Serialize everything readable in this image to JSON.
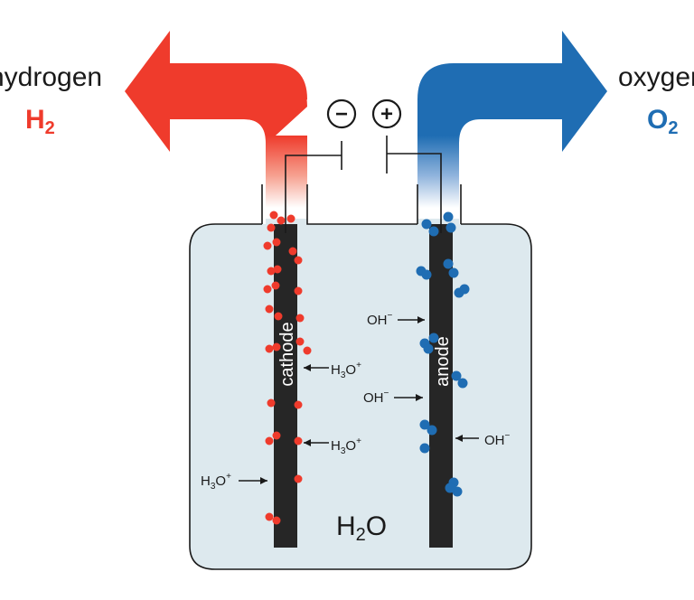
{
  "colors": {
    "hydrogen": "#ef3b2c",
    "oxygen": "#1f6db3",
    "water": "#dde9ee",
    "electrode": "#262626",
    "outline": "#1a1a1a"
  },
  "gases": {
    "left_name": "hydrogen",
    "left_formula_symbol": "H",
    "left_formula_subscript": "2",
    "right_name": "oxygen",
    "right_formula_symbol": "O",
    "right_formula_subscript": "2"
  },
  "terminals": {
    "negative": "−",
    "positive": "+"
  },
  "electrodes": {
    "cathode": "cathode",
    "anode": "anode"
  },
  "ions": {
    "hydronium_base": "H",
    "hydronium_sub": "3",
    "hydronium_tail": "O",
    "hydronium_sup": "+",
    "hydroxide_base": "OH",
    "hydroxide_sup": "−"
  },
  "water_label": {
    "base": "H",
    "sub": "2",
    "tail": "O"
  }
}
